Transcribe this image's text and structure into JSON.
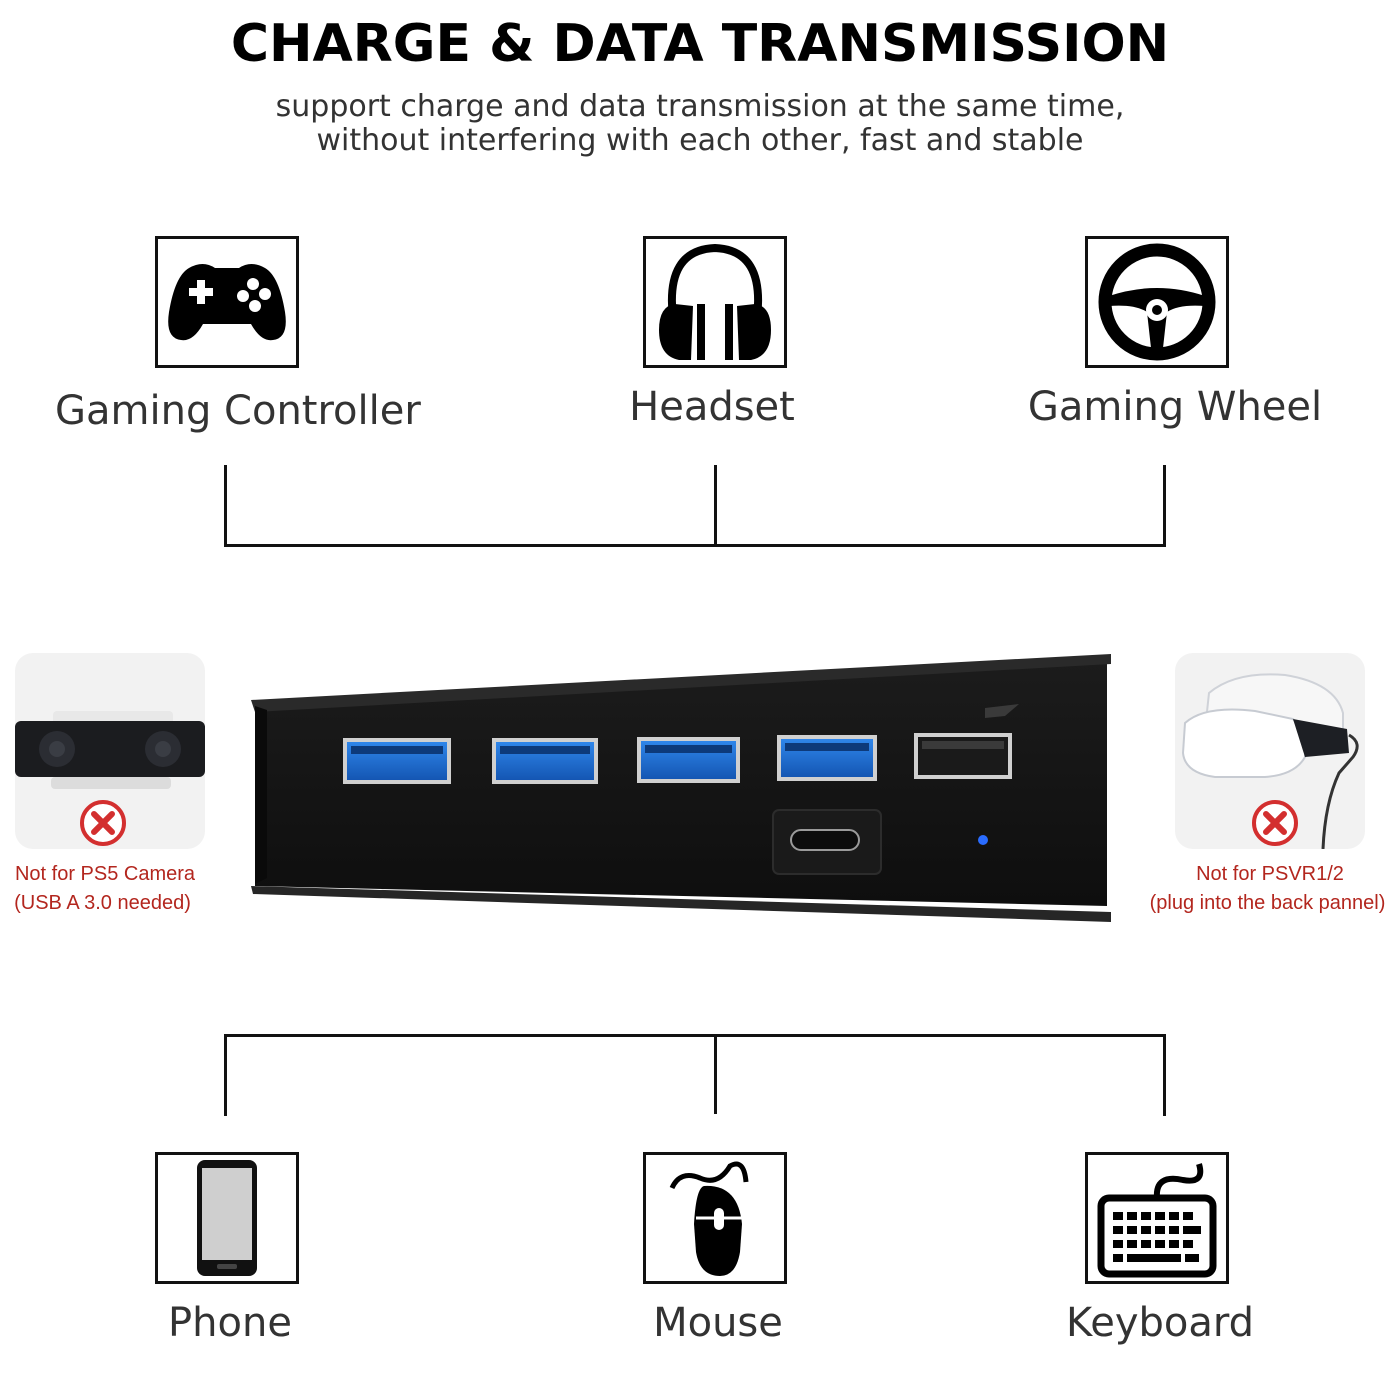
{
  "title": "CHARGE & DATA TRANSMISSION",
  "subtitle": {
    "line1": "support charge and data transmission at the same time,",
    "line2": "without interfering with each other, fast and stable"
  },
  "top_devices": [
    {
      "label": "Gaming Controller",
      "icon": "gamepad-icon"
    },
    {
      "label": "Headset",
      "icon": "headphones-icon"
    },
    {
      "label": "Gaming Wheel",
      "icon": "steering-wheel-icon"
    }
  ],
  "bottom_devices": [
    {
      "label": "Phone",
      "icon": "phone-icon"
    },
    {
      "label": "Mouse",
      "icon": "mouse-icon"
    },
    {
      "label": "Keyboard",
      "icon": "keyboard-icon"
    }
  ],
  "warnings": {
    "left": {
      "line1": "Not for PS5 Camera",
      "line2": "(USB A 3.0 needed)",
      "icon": "camera-icon"
    },
    "right": {
      "line1": "Not for PSVR1/2",
      "line2": "(plug into the back pannel)",
      "icon": "vr-headset-icon"
    }
  },
  "colors": {
    "warning": "#b3261e",
    "usb_blue": "#1f6fd6",
    "hub_body": "#141414",
    "led": "#2a6cff"
  }
}
